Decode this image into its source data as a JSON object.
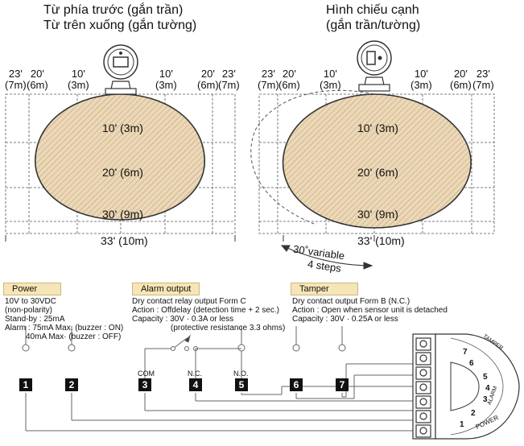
{
  "front_view": {
    "title_line1": "Từ phía trước (gắn trần)",
    "title_line2": "Từ trên xuống (gắn tường)"
  },
  "side_view": {
    "title_line1": "Hình chiếu cạnh",
    "title_line2": "(gắn trần/tường)",
    "angle_label_1": "30˚variable",
    "angle_label_2": "4 steps"
  },
  "top_dims": {
    "d23": "23'",
    "m23": "(7m)",
    "d20": "20'",
    "m20": "(6m)",
    "d10": "10'",
    "m10": "(3m)"
  },
  "zones": [
    "10' (3m)",
    "20' (6m)",
    "30' (9m)"
  ],
  "bottom_dim": "33' (10m)",
  "power": {
    "header": "Power",
    "lines": [
      "10V to 30VDC",
      "(non-polarity)",
      "Stand-by : 25mA",
      "Alarm : 75mA Max. (buzzer : ON)",
      "40mA Max· (buzzer : OFF)"
    ]
  },
  "alarm_output": {
    "header": "Alarm output",
    "lines": [
      "Dry contact relay output Form C",
      "Action : Offdelay (detection time + 2 sec.)",
      "Capacity : 30V · 0.3A or less",
      "(protective resistance 3.3 ohms)"
    ]
  },
  "tamper": {
    "header": "Tamper",
    "lines": [
      "Dry contact output Form B (N.C.)",
      "Action : Open when sensor unit is detached",
      "Capacity : 30V · 0.25A or less"
    ]
  },
  "terminals": [
    {
      "num": "1",
      "label": ""
    },
    {
      "num": "2",
      "label": ""
    },
    {
      "num": "3",
      "label": "COM"
    },
    {
      "num": "4",
      "label": "N.C."
    },
    {
      "num": "5",
      "label": "N.O."
    },
    {
      "num": "6",
      "label": ""
    },
    {
      "num": "7",
      "label": ""
    }
  ],
  "board_labels": {
    "tamper": "TAMPER",
    "alarm": "ALARM",
    "power": "POWER",
    "pins": [
      "7",
      "6",
      "5",
      "4",
      "3",
      "2",
      "1"
    ]
  }
}
